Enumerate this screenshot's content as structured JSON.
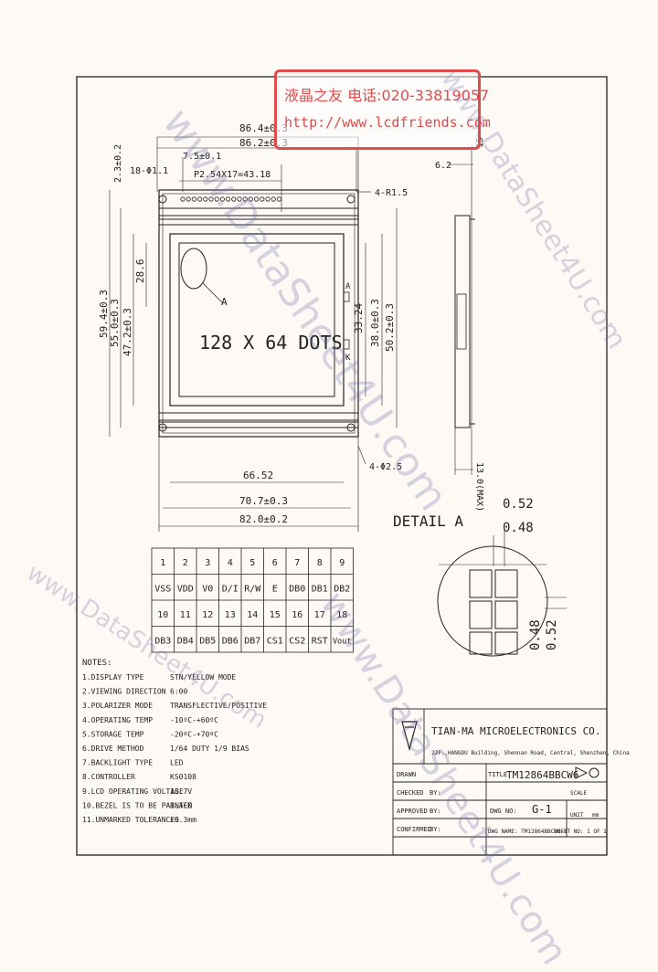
{
  "stamp": {
    "line1": "液晶之友 电话:020-33819057",
    "line2": "http://www.lcdfriends.com"
  },
  "watermark": "www.DataSheet4U.com",
  "dims": {
    "d_86_4": "86.4±0.3",
    "d_86_2": "86.2±0.3",
    "d_2_3": "2.3±0.2",
    "d_7_5": "7.5±0.1",
    "d_18": "18-Φ1.1",
    "d_pitch": "P2.54X17=43.18",
    "d_r15": "4-R1.5",
    "d_59_4": "59.4±0.3",
    "d_55_0": "55.0±0.3",
    "d_47_2": "47.2±0.3",
    "d_28_6": "28.6",
    "d_33_24": "33.24",
    "d_38_0": "38.0±0.3",
    "d_50_2": "50.2±0.3",
    "d_hole": "4-Φ2.5",
    "d_66_52": "66.52",
    "d_70_7": "70.7±0.3",
    "d_82_0": "82.0±0.2",
    "d_6_2": "6.2",
    "d_15": "15",
    "d_13": "13.0(MAX)",
    "label_a": "A",
    "pin_a": "A",
    "pin_k": "K"
  },
  "display_text": "128 X 64 DOTS",
  "detail": {
    "title": "DETAIL A",
    "d1": "0.52",
    "d2": "0.48",
    "d3": "0.48",
    "d4": "0.52"
  },
  "pins": {
    "row1": [
      "1",
      "2",
      "3",
      "4",
      "5",
      "6",
      "7",
      "8",
      "9"
    ],
    "row2": [
      "VSS",
      "VDD",
      "V0",
      "D/I",
      "R/W",
      "E",
      "DB0",
      "DB1",
      "DB2"
    ],
    "row3": [
      "10",
      "11",
      "12",
      "13",
      "14",
      "15",
      "16",
      "17",
      "18"
    ],
    "row4": [
      "DB3",
      "DB4",
      "DB5",
      "DB6",
      "DB7",
      "CS1",
      "CS2",
      "RST",
      "Vout"
    ]
  },
  "notes": {
    "title": "NOTES:",
    "items": [
      {
        "k": "1.DISPLAY TYPE",
        "v": "STN/YELLOW MODE"
      },
      {
        "k": "2.VIEWING DIRECTION",
        "v": "6:00"
      },
      {
        "k": "3.POLARIZER MODE",
        "v": "TRANSFLECTIVE/POSITIVE"
      },
      {
        "k": "4.OPERATING TEMP",
        "v": "-10ºC-+60ºC"
      },
      {
        "k": "5.STORAGE TEMP",
        "v": "-20ºC-+70ºC"
      },
      {
        "k": "6.DRIVE METHOD",
        "v": "1/64  DUTY  1/9 BIAS"
      },
      {
        "k": "7.BACKLIGHT TYPE",
        "v": "LED"
      },
      {
        "k": "8.CONTROLLER",
        "v": "KS0108"
      },
      {
        "k": "9.LCD OPERATING VOLTAGE",
        "v": "13.7V"
      },
      {
        "k": "10.BEZEL IS TO BE PAINTED",
        "v": "BLACK"
      },
      {
        "k": "11.UNMARKED TOLERANCES",
        "v": "±0.3mm"
      }
    ]
  },
  "title_block": {
    "company": "TIAN-MA MICROELECTRONICS CO.",
    "address": "22F.,HANGDU Building, Shennan Road, Central, Shenzhen, China",
    "drawn": "DRAWN",
    "checked": "CHECKED",
    "approved": "APPROVED",
    "confirmed": "CONFIRMED",
    "by": "BY:",
    "title_label": "TITLE",
    "title_value": "TM12864BBCW6",
    "dwg_no_label": "DWG NO:",
    "dwg_no_value": "G-1",
    "scale": "SCALE",
    "unit": "UNIT",
    "unit_value": "mm",
    "dwg_name": "DWG NAME: TM12864BBCW6-1",
    "sheet": "SHEET NO: 1 OF 1"
  }
}
